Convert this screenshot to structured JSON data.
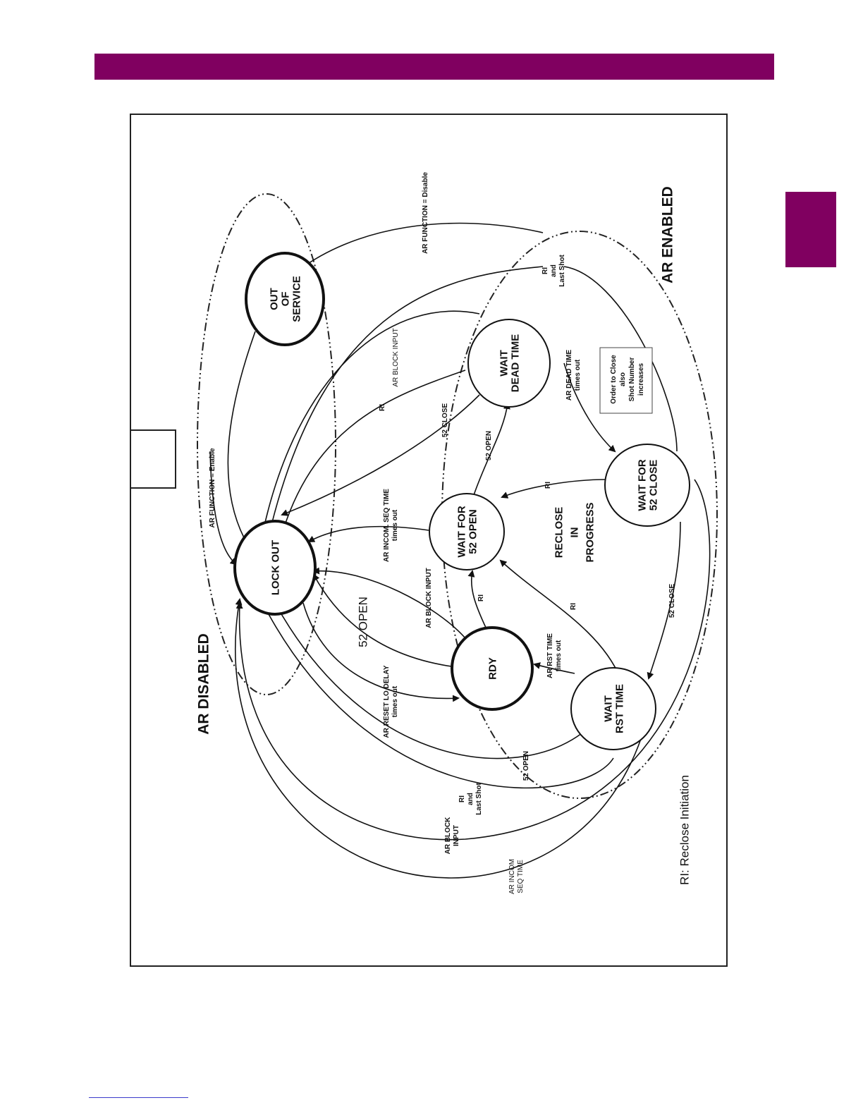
{
  "header": {
    "bar_color": "#800060"
  },
  "side_tab": {
    "color": "#800060"
  },
  "diagram": {
    "regions": {
      "ar_disabled": "AR DISABLED",
      "ar_enabled": "AR ENABLED",
      "reclose_in_progress": [
        "RECLOSE",
        "IN",
        "PROGRESS"
      ]
    },
    "legend": "RI: Reclose Initiation",
    "states": {
      "out_of_service": [
        "OUT",
        "OF",
        "SERVICE"
      ],
      "lock_out": [
        "LOCK OUT"
      ],
      "rdy": [
        "RDY"
      ],
      "wait_for_52_open": [
        "WAIT FOR",
        "52 OPEN"
      ],
      "wait_dead_time": [
        "WAIT",
        "DEAD TIME"
      ],
      "wait_for_52_close": [
        "WAIT FOR",
        "52 CLOSE"
      ],
      "wait_rst_time": [
        "WAIT",
        "RST TIME"
      ]
    },
    "note_box": [
      "Order to Close",
      "also",
      "Shot Number",
      "increases"
    ],
    "transitions": {
      "ar_function_disable": [
        "AR FUNCTION = Disable"
      ],
      "ar_function_enable": [
        "AR FUNCTION = Enable"
      ],
      "ri_last_shot_top": [
        "RI",
        "and",
        "Last Shot"
      ],
      "ar_block_input_top": [
        "AR BLOCK INPUT"
      ],
      "ri_dead_time": [
        "RI"
      ],
      "close_52_dead_time": [
        "52 CLOSE"
      ],
      "ar_dead_time_times_out": [
        "AR DEAD TIME",
        "times out"
      ],
      "open_52_to_dead_time": [
        "52 OPEN"
      ],
      "ri_to_52_open": [
        "RI"
      ],
      "ar_incom_seq_time_out": [
        "AR INCOM. SEQ TIME",
        "times out"
      ],
      "ar_block_input_rdy": [
        "AR BLOCK INPUT"
      ],
      "open_52_rdy": [
        "52 OPEN"
      ],
      "ri_rdy": [
        "RI"
      ],
      "ri_rst": [
        "RI"
      ],
      "close_52_rst": [
        "52 CLOSE"
      ],
      "ar_rst_time_times_out": [
        "AR RST TIME",
        "times out"
      ],
      "ar_reset_lo_delay": [
        "AR RESET LO DELAY",
        "times out"
      ],
      "open_52_rst": [
        "52 OPEN"
      ],
      "ri_last_shot_bottom": [
        "RI",
        "and",
        "Last Shot"
      ],
      "ar_block_input_bottom": [
        "AR BLOCK",
        "INPUT"
      ],
      "ar_incom_seq_time_bottom": [
        "AR INCOM",
        "SEQ TIME"
      ]
    }
  }
}
